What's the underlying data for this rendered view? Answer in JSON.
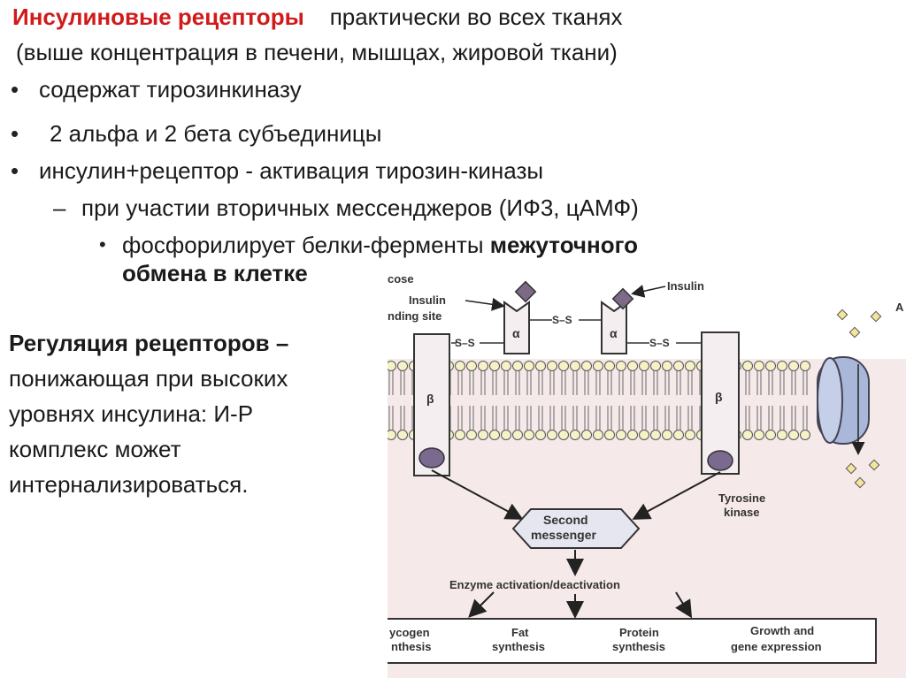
{
  "header": {
    "title_red": "Инсулиновые рецепторы",
    "title_rest": "практически во всех тканях",
    "subtitle": "(выше концентрация в печени, мышцах, жировой ткани)"
  },
  "bullets": {
    "b1": "содержат тирозинкиназу",
    "b2": "2 альфа и 2 бета субъединицы",
    "b3": "инсулин+рецептор - активация тирозин-киназы",
    "b3_sub_dash": "–",
    "b3_sub": "при участии вторичных мессенджеров (ИФ3, цАМФ)",
    "b3_sub_sub_normal": "фосфорилирует белки-ферменты",
    "b3_sub_sub_bold": "межуточного",
    "b3_sub_sub_bold2": "обмена в клетке",
    "marker": "•"
  },
  "regulation": {
    "heading": "Регуляция рецепторов",
    "dash": " –",
    "l1": "понижающая при высоких",
    "l2": "уровнях инсулина: И-Р",
    "l3": "комплекс может",
    "l4": "интернализироваться."
  },
  "diagram": {
    "labels": {
      "cose": "cose",
      "insulin_left": "Insulin",
      "binding_site": "nding site",
      "insulin_right": "Insulin",
      "alpha": "α",
      "beta": "β",
      "ss": "S–S",
      "a_top": "A",
      "tyrosine": "Tyrosine",
      "kinase": "kinase",
      "second": "Second",
      "messenger": "messenger",
      "enzyme": "Enzyme activation/deactivation",
      "glycogen1": "ycogen",
      "glycogen2": "nthesis",
      "fat1": "Fat",
      "fat2": "synthesis",
      "protein1": "Protein",
      "protein2": "synthesis",
      "growth1": "Growth and",
      "growth2": "gene expression"
    },
    "colors": {
      "background": "#f6e9e9",
      "receptor_fill": "#f4eef0",
      "insulin_fill": "#7d6a86",
      "kinase_fill": "#7a6a8f",
      "channel_fill": "#a9b8d9",
      "glucose_fill": "#f3e59a"
    }
  }
}
